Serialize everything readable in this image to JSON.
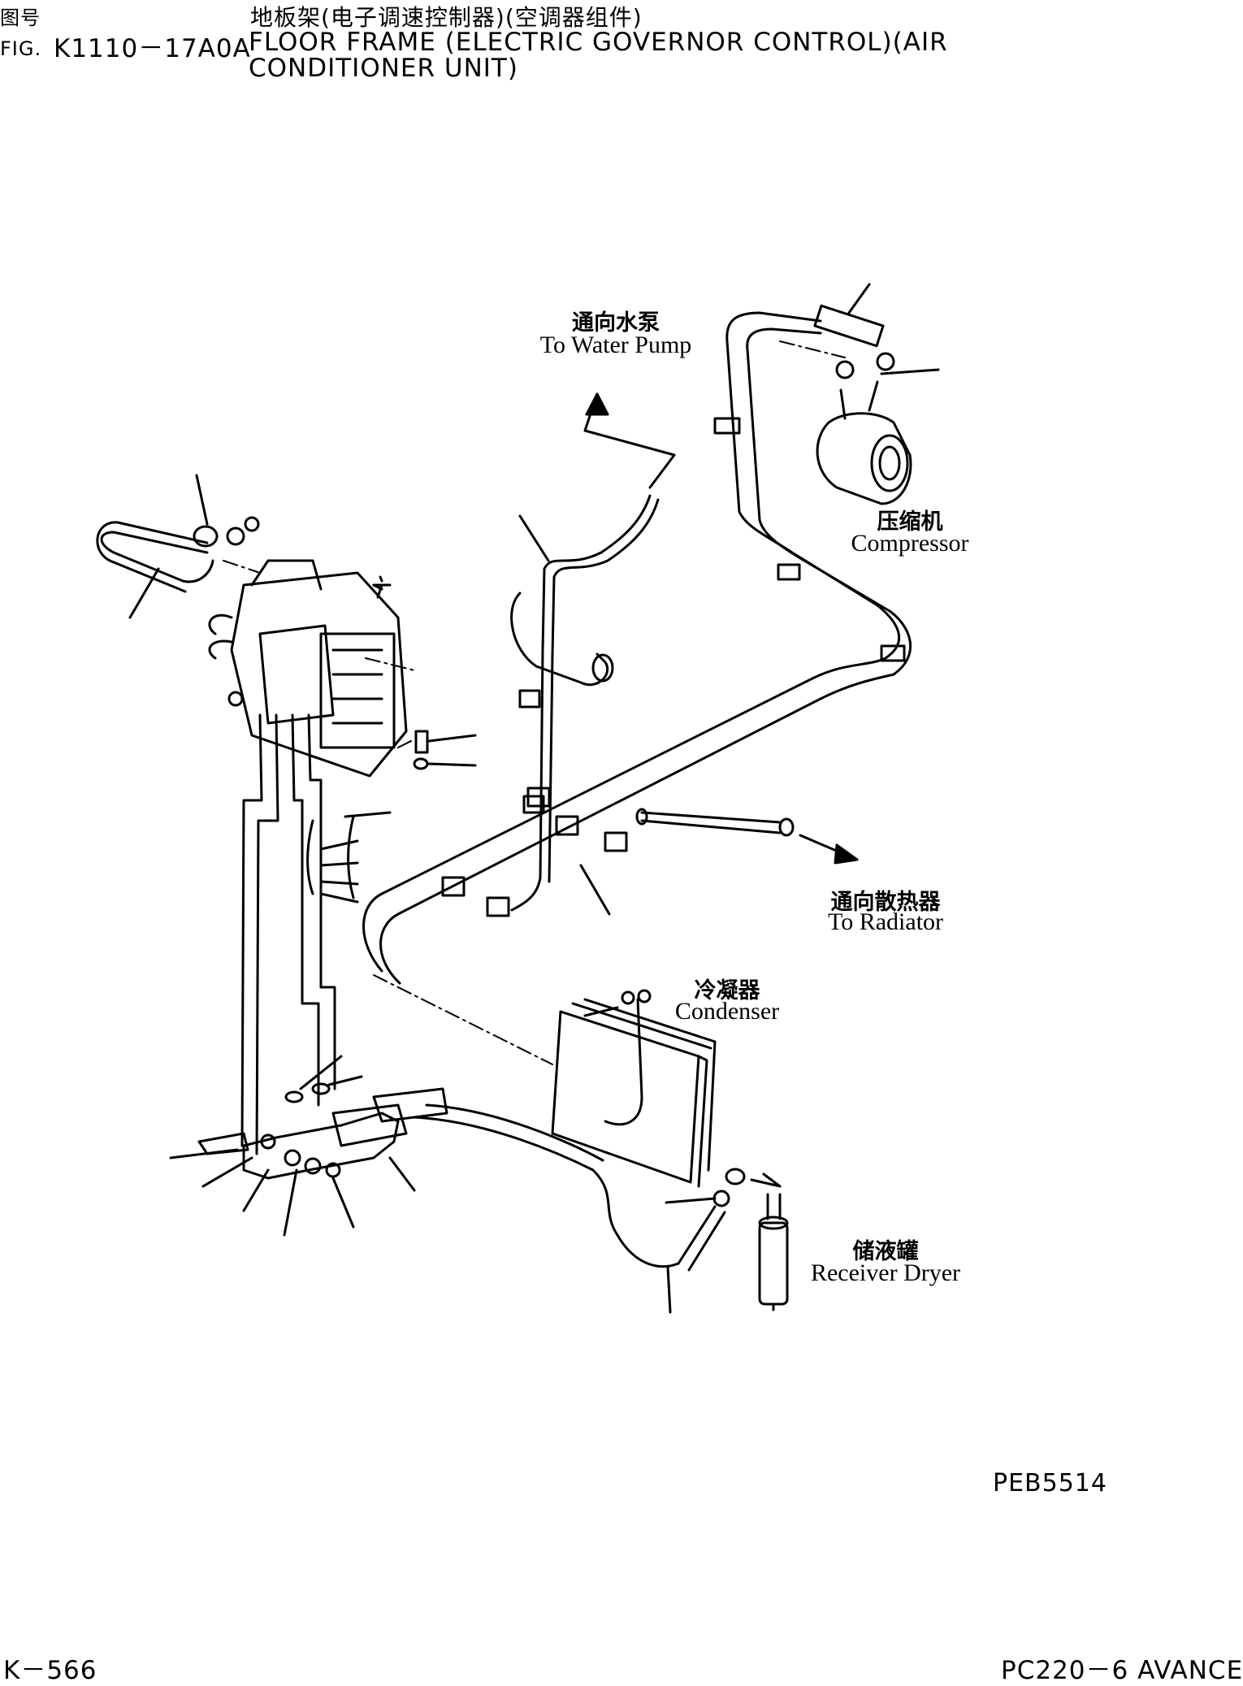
{
  "header": {
    "fig_cn": "图号",
    "fig_en": "FIG.",
    "fig_number": "K1110－17A0A",
    "title_cn": "地板架(电子调速控制器)(空调器组件)",
    "title_en_line1": "FLOOR FRAME (ELECTRIC GOVERNOR CONTROL)(AIR",
    "title_en_line2": "CONDITIONER UNIT)"
  },
  "labels": {
    "water_pump_cn": "通向水泵",
    "water_pump_en": "To Water Pump",
    "compressor_cn": "压缩机",
    "compressor_en": "Compressor",
    "radiator_cn": "通向散热器",
    "radiator_en": "To Radiator",
    "condenser_cn": "冷凝器",
    "condenser_en": "Condenser",
    "receiver_cn": "储液罐",
    "receiver_en": "Receiver Dryer"
  },
  "drawing_code": "PEB5514",
  "footer": {
    "page": "K－566",
    "model": "PC220－6 AVANCE"
  }
}
